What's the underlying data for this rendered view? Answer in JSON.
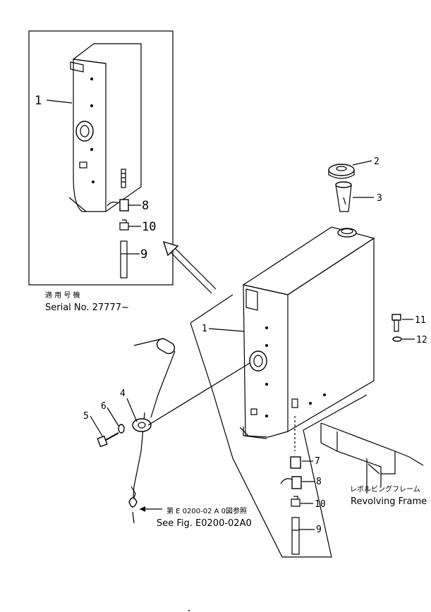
{
  "inset": {
    "serial_jp": "適 用 号 機",
    "serial_en": "Serial No. 27777~",
    "callouts": [
      "1",
      "8",
      "10",
      "9"
    ]
  },
  "main": {
    "callouts": [
      "1",
      "2",
      "3",
      "4",
      "5",
      "6",
      "7",
      "8",
      "9",
      "10",
      "11",
      "12"
    ]
  },
  "frame_note": {
    "jp": "レボルビングフレーム",
    "en": "Revolving Frame"
  },
  "see_fig": {
    "jp": "第 E 0200-02 A 0図参照",
    "en": "See Fig. E0200-02A0"
  }
}
